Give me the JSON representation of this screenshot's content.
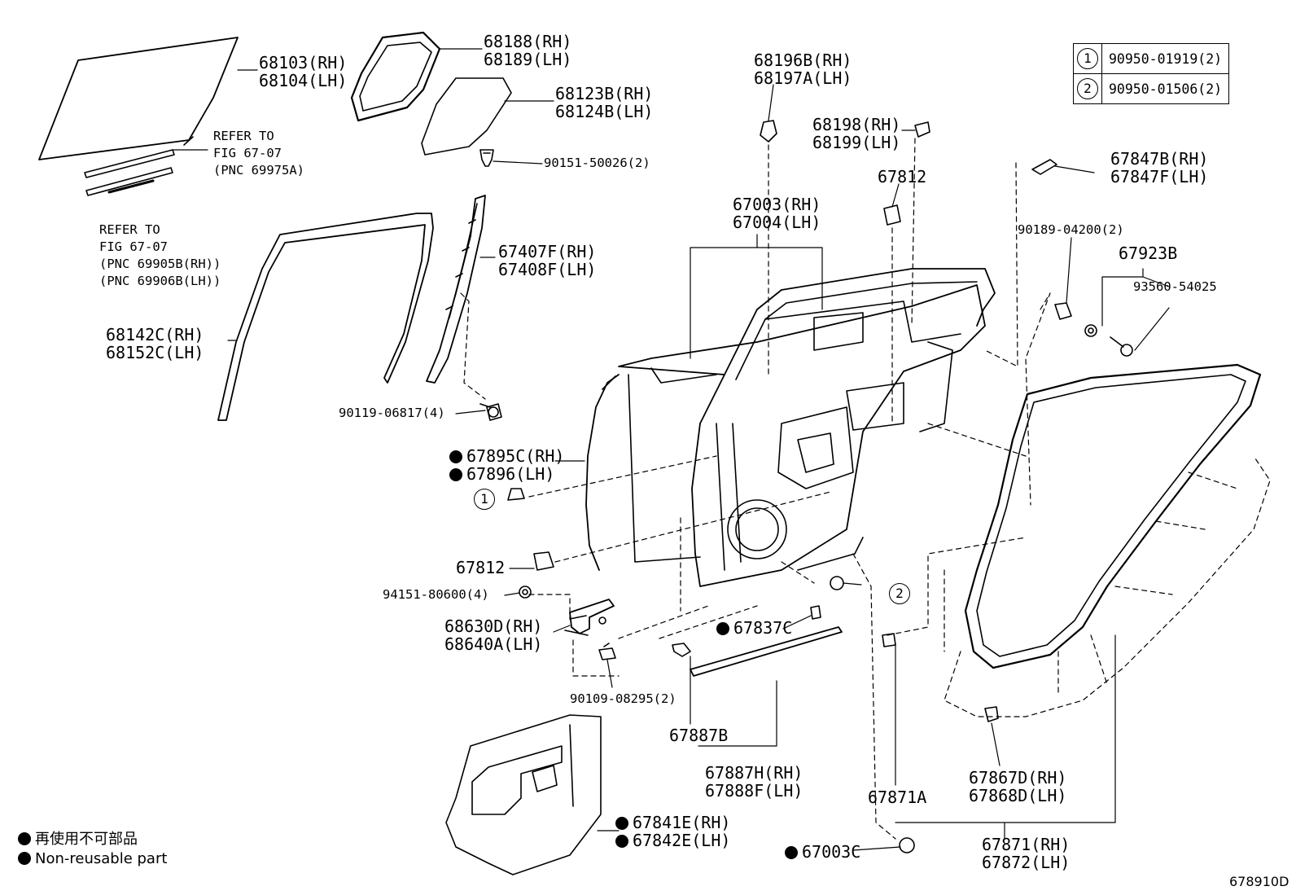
{
  "legend": {
    "rows": [
      {
        "mark": "1",
        "part": "90950-01919(2)"
      },
      {
        "mark": "2",
        "part": "90950-01506(2)"
      }
    ]
  },
  "labels": {
    "p68103": "68103(RH)",
    "p68104": "68104(LH)",
    "p68188": "68188(RH)",
    "p68189": "68189(LH)",
    "p68123b": "68123B(RH)",
    "p68124b": "68124B(LH)",
    "p90151": "90151-50026(2)",
    "refer1_a": "REFER TO",
    "refer1_b": "FIG 67-07",
    "refer1_c": "(PNC 69975A)",
    "refer2_a": "REFER TO",
    "refer2_b": "FIG 67-07",
    "refer2_c": "(PNC 69905B(RH))",
    "refer2_d": "(PNC 69906B(LH))",
    "p67407f": "67407F(RH)",
    "p67408f": "67408F(LH)",
    "p68142c": "68142C(RH)",
    "p68152c": "68152C(LH)",
    "p90119": "90119-06817(4)",
    "p67895c": "67895C(RH)",
    "p67896": "67896(LH)",
    "callout1": "1",
    "p67812_left": "67812",
    "p94151": "94151-80600(4)",
    "p68630d": "68630D(RH)",
    "p68640a": "68640A(LH)",
    "p90109": "90109-08295(2)",
    "p67887b": "67887B",
    "p67887h": "67887H(RH)",
    "p67888f": "67888F(LH)",
    "p67841e": "67841E(RH)",
    "p67842e": "67842E(LH)",
    "p67837c": "67837C",
    "p67003c": "67003C",
    "callout2": "2",
    "p68196b": "68196B(RH)",
    "p68197a": "68197A(LH)",
    "p68198": "68198(RH)",
    "p68199": "68199(LH)",
    "p67812_right": "67812",
    "p67003": "67003(RH)",
    "p67004": "67004(LH)",
    "p67847b": "67847B(RH)",
    "p67847f": "67847F(LH)",
    "p90189": "90189-04200(2)",
    "p67923b": "67923B",
    "p93560": "93560-54025",
    "p67871a": "67871A",
    "p67867d": "67867D(RH)",
    "p67868d": "67868D(LH)",
    "p67871": "67871(RH)",
    "p67872": "67872(LH)"
  },
  "notes": {
    "chinese": "再使用不可部品",
    "english": "Non-reusable part"
  },
  "page_code": "678910D"
}
